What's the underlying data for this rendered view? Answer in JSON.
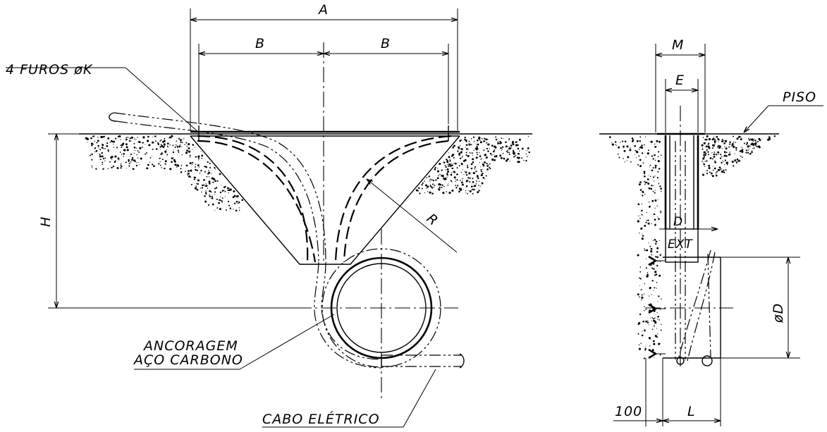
{
  "labels": {
    "A": "A",
    "B_left": "B",
    "B_right": "B",
    "holes": "4 FUROS øK",
    "H": "H",
    "R": "R",
    "anchor_line1": "ANCORAGEM",
    "anchor_line2": "AÇO CARBONO",
    "cable": "CABO ELÉTRICO",
    "M": "M",
    "E": "E",
    "floor": "PISO",
    "D_ext_1": "D",
    "D_ext_2": "EXT",
    "diaD": "øD",
    "dim100": "100",
    "L": "L"
  }
}
